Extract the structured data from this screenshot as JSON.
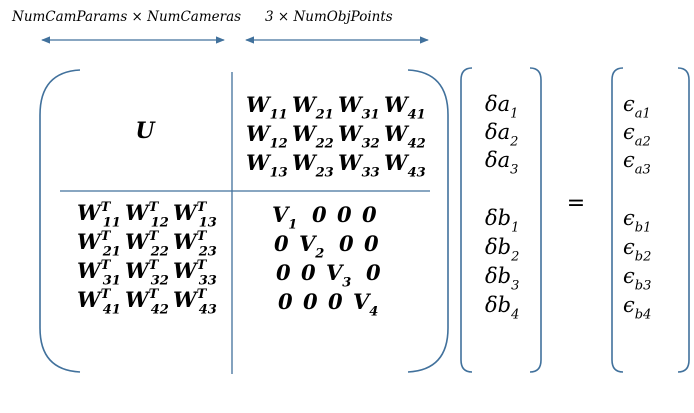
{
  "header": {
    "left_label": "NumCamParams × NumCameras",
    "right_label": "3 × NumObjPoints"
  },
  "matrix": {
    "top_left": "U",
    "top_right_rows": [
      [
        {
          "b": "W",
          "s": "11"
        },
        {
          "b": "W",
          "s": "21"
        },
        {
          "b": "W",
          "s": "31"
        },
        {
          "b": "W",
          "s": "41"
        }
      ],
      [
        {
          "b": "W",
          "s": "12"
        },
        {
          "b": "W",
          "s": "22"
        },
        {
          "b": "W",
          "s": "32"
        },
        {
          "b": "W",
          "s": "42"
        }
      ],
      [
        {
          "b": "W",
          "s": "13"
        },
        {
          "b": "W",
          "s": "23"
        },
        {
          "b": "W",
          "s": "33"
        },
        {
          "b": "W",
          "s": "43"
        }
      ]
    ],
    "bottom_left_rows": [
      [
        {
          "b": "W",
          "p": "T",
          "s": "11"
        },
        {
          "b": "W",
          "p": "T",
          "s": "12"
        },
        {
          "b": "W",
          "p": "T",
          "s": "13"
        }
      ],
      [
        {
          "b": "W",
          "p": "T",
          "s": "21"
        },
        {
          "b": "W",
          "p": "T",
          "s": "22"
        },
        {
          "b": "W",
          "p": "T",
          "s": "23"
        }
      ],
      [
        {
          "b": "W",
          "p": "T",
          "s": "31"
        },
        {
          "b": "W",
          "p": "T",
          "s": "32"
        },
        {
          "b": "W",
          "p": "T",
          "s": "33"
        }
      ],
      [
        {
          "b": "W",
          "p": "T",
          "s": "41"
        },
        {
          "b": "W",
          "p": "T",
          "s": "42"
        },
        {
          "b": "W",
          "p": "T",
          "s": "43"
        }
      ]
    ],
    "bottom_right_rows": [
      [
        {
          "b": "V",
          "s": "1"
        },
        {
          "t": "0"
        },
        {
          "t": "0"
        },
        {
          "t": "0"
        }
      ],
      [
        {
          "t": "0"
        },
        {
          "b": "V",
          "s": "2"
        },
        {
          "t": "0"
        },
        {
          "t": "0"
        }
      ],
      [
        {
          "t": "0"
        },
        {
          "t": "0"
        },
        {
          "b": "V",
          "s": "3"
        },
        {
          "t": "0"
        }
      ],
      [
        {
          "t": "0"
        },
        {
          "t": "0"
        },
        {
          "t": "0"
        },
        {
          "b": "V",
          "s": "4"
        }
      ]
    ]
  },
  "delta_vector": {
    "a_entries": [
      {
        "b": "δa",
        "s": "1"
      },
      {
        "b": "δa",
        "s": "2"
      },
      {
        "b": "δa",
        "s": "3"
      }
    ],
    "b_entries": [
      {
        "b": "δb",
        "s": "1"
      },
      {
        "b": "δb",
        "s": "2"
      },
      {
        "b": "δb",
        "s": "3"
      },
      {
        "b": "δb",
        "s": "4"
      }
    ]
  },
  "equals_sign": "=",
  "epsilon_vector": {
    "a_entries": [
      {
        "b": "ϵ",
        "s": "a1"
      },
      {
        "b": "ϵ",
        "s": "a2"
      },
      {
        "b": "ϵ",
        "s": "a3"
      }
    ],
    "b_entries": [
      {
        "b": "ϵ",
        "s": "b1"
      },
      {
        "b": "ϵ",
        "s": "b2"
      },
      {
        "b": "ϵ",
        "s": "b3"
      },
      {
        "b": "ϵ",
        "s": "b4"
      }
    ]
  },
  "colors": {
    "bracket": "#41719c",
    "text": "#000000"
  }
}
